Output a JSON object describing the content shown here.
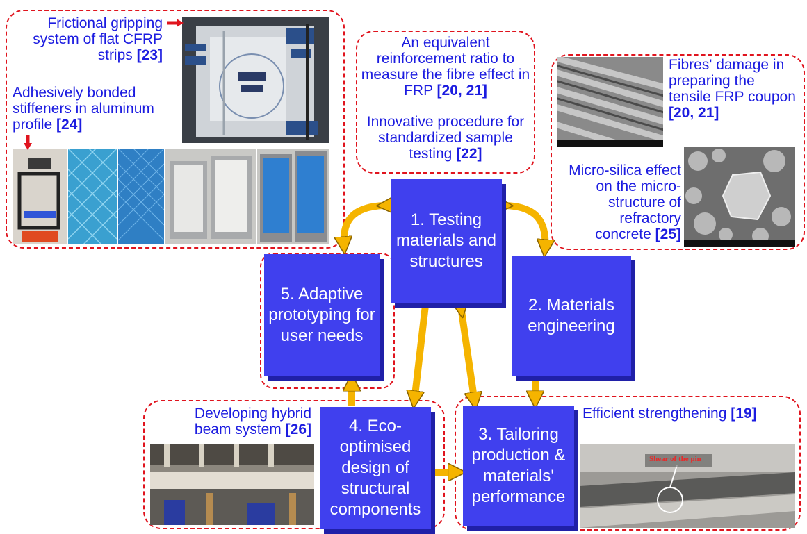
{
  "boxes": {
    "b1": "1.  Testing materials and structures",
    "b2": "2. Materials engineering",
    "b3": "3. Tailoring production & materials' performance",
    "b4": "4. Eco-optimised design of structural components",
    "b5": "5. Adaptive prototyping for user needs"
  },
  "captions": {
    "gripping": "Frictional gripping system of flat CFRP strips",
    "gripping_ref": "[23]",
    "stiffeners": "Adhesively bonded stiffeners in aluminum profile",
    "stiffeners_ref": "[24]",
    "equivalent": "An equivalent reinforcement ratio to measure the fibre effect in FRP",
    "equivalent_ref": "[20, 21]",
    "procedure": "Innovative procedure for standardized sample testing",
    "procedure_ref": "[22]",
    "fibres": "Fibres' damage in preparing the tensile FRP coupon",
    "fibres_ref": "[20, 21]",
    "silica": "Micro-silica effect on the micro-structure of refractory concrete",
    "silica_ref": "[25]",
    "hybrid": "Developing hybrid beam system",
    "hybrid_ref": "[26]",
    "strengthening": "Efficient strengthening",
    "strengthening_ref": "[19]"
  },
  "photo_labels": {
    "shear": "Shear of the pin"
  },
  "colors": {
    "box": "#4040ee",
    "box_shadow": "#2020a8",
    "caption": "#1c1ce0",
    "dash": "#e0141e",
    "arrow": "#f5b400"
  }
}
